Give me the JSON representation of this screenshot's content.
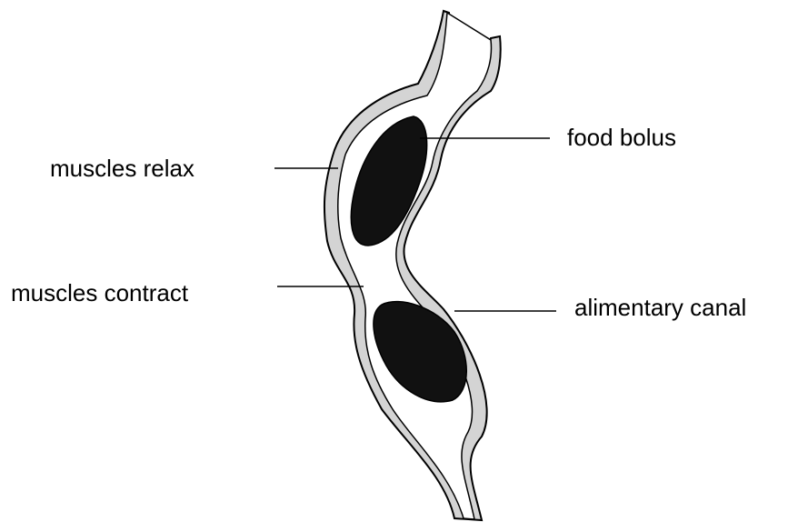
{
  "labels": {
    "muscles_relax": "muscles relax",
    "muscles_contract": "muscles contract",
    "food_bolus": "food bolus",
    "alimentary_canal": "alimentary canal"
  },
  "colors": {
    "stroke": "#000000",
    "wall_fill": "#d4d4d4",
    "bolus_fill": "#111111",
    "background": "#ffffff"
  }
}
